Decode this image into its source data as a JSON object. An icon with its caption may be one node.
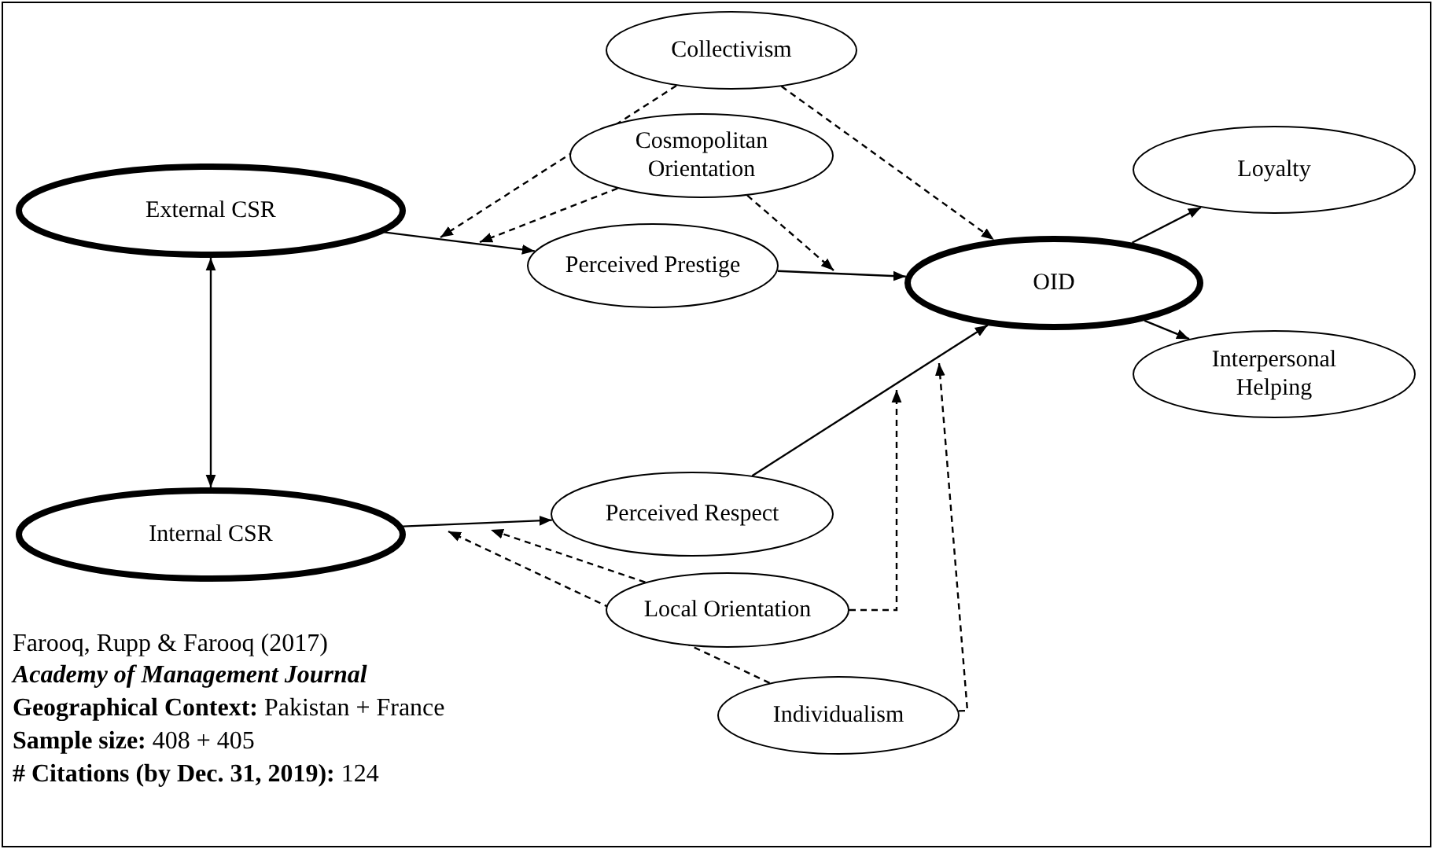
{
  "diagram": {
    "nodes": [
      {
        "text": [
          "Collectivism"
        ]
      },
      {
        "text": [
          "Cosmopolitan Orientation"
        ]
      },
      {
        "text": [
          "External CSR"
        ]
      },
      {
        "text": [
          "Loyalty"
        ]
      },
      {
        "text": [
          "Perceived Prestige"
        ]
      },
      {
        "text": [
          "OID"
        ]
      },
      {
        "text": [
          "Perceived Respect"
        ]
      },
      {
        "text": [
          "Interpersonal Helping"
        ]
      },
      {
        "text": [
          "Internal CSR"
        ]
      },
      {
        "text": [
          "Local Orientation"
        ]
      },
      {
        "text": [
          "Individualism"
        ]
      }
    ],
    "edges": [
      {
        "from": 2,
        "to": 4,
        "arrow": "to"
      },
      {
        "from": 4,
        "to": 5,
        "arrow": "to"
      },
      {
        "from": 5,
        "to": 3,
        "arrow": "to"
      },
      {
        "from": 5,
        "to": 7,
        "arrow": "to"
      },
      {
        "from": 2,
        "to": 8,
        "arrow": "both"
      },
      {
        "from": 8,
        "to": 6,
        "arrow": "to"
      },
      {
        "from": 6,
        "to": 5,
        "arrow": "to"
      },
      {
        "from": 0,
        "to": null,
        "arrow": "to",
        "style": "dashed"
      },
      {
        "from": 0,
        "to": 5,
        "arrow": "to",
        "style": "dashed"
      },
      {
        "from": 1,
        "to": null,
        "arrow": "to",
        "style": "dashed"
      },
      {
        "from": 1,
        "to": null,
        "arrow": "to",
        "style": "dashed"
      },
      {
        "from": 9,
        "to": null,
        "arrow": "to",
        "style": "dashed"
      },
      {
        "from": 9,
        "to": null,
        "arrow": "to",
        "style": "dashed"
      },
      {
        "from": 10,
        "to": null,
        "arrow": "to",
        "style": "dashed"
      },
      {
        "from": 10,
        "to": null,
        "arrow": "to",
        "style": "dashed"
      }
    ],
    "labels": [
      "Farooq, Rupp & Farooq (2017)",
      "Academy of Management Journal",
      "**Geographical Context:** Pakistan + France",
      "**Sample size:** 408 + 405",
      "**# Citations (by Dec. 31, 2019):** 124"
    ]
  }
}
